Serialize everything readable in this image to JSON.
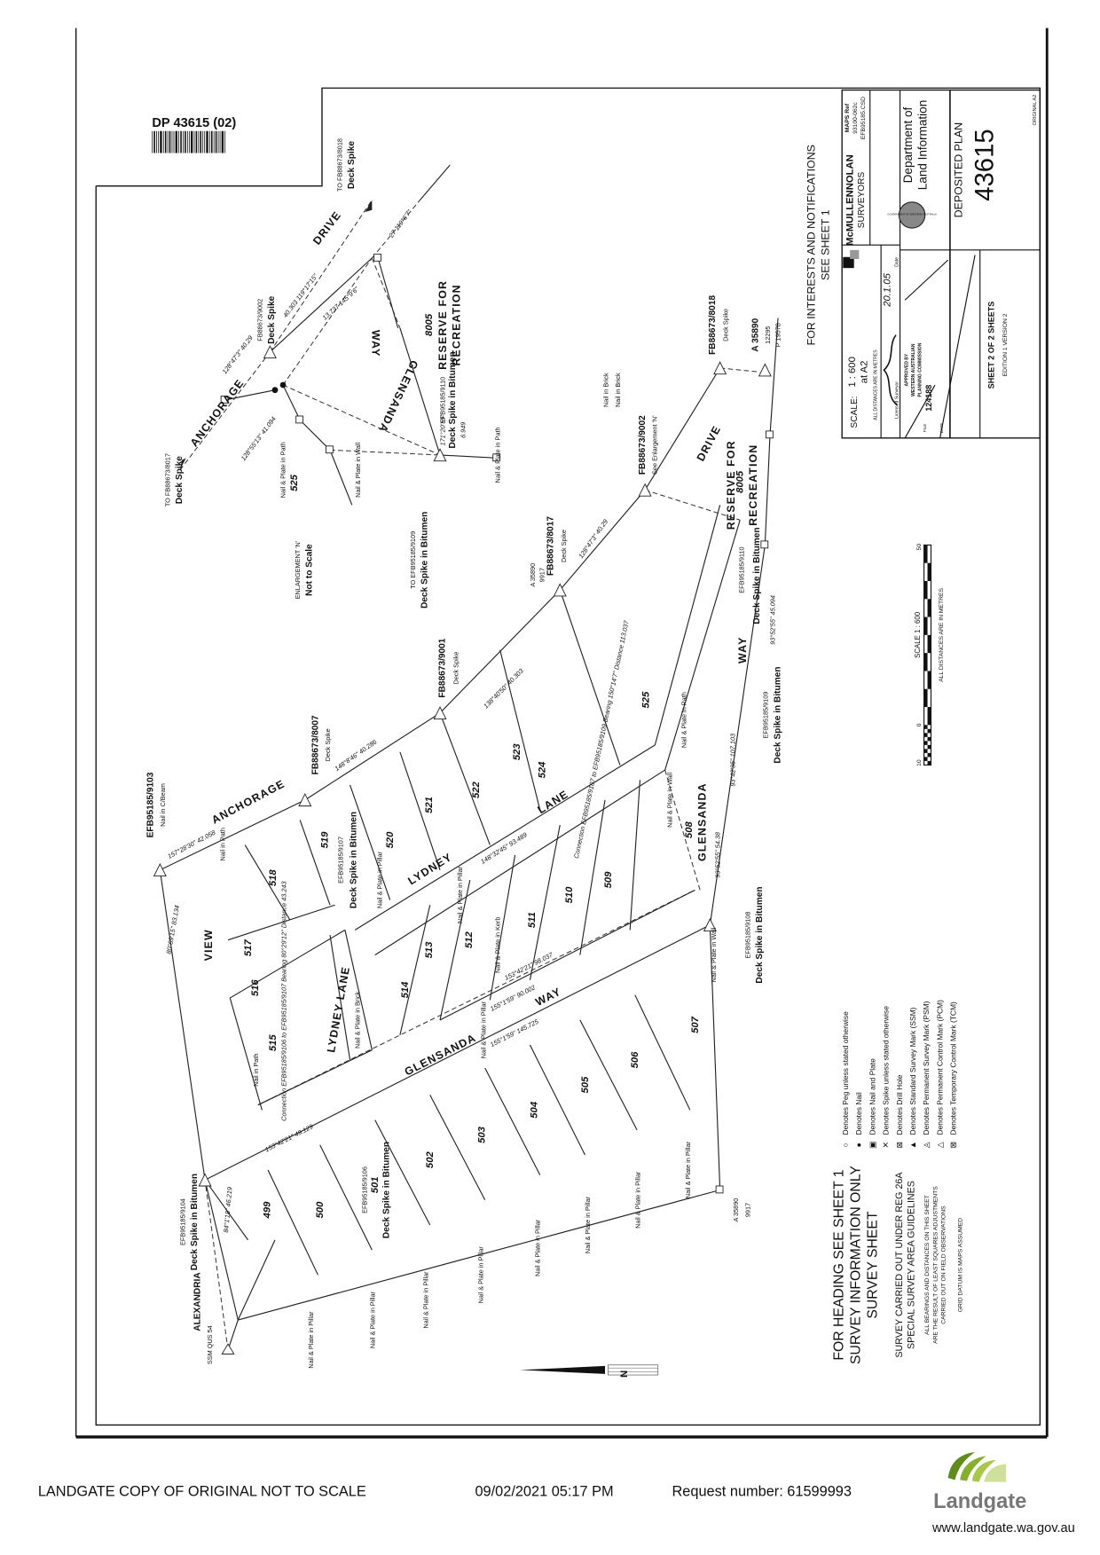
{
  "header": {
    "plan_ref": "DP 43615 (02)",
    "original_size": "ORIGINAL A2"
  },
  "interests": {
    "line1": "FOR INTERESTS AND NOTIFICATIONS",
    "line2": "SEE SHEET 1"
  },
  "title_block": {
    "maps_ref_label": "MAPS Ref",
    "maps_ref_1": "93100-062c",
    "maps_ref_2": "EFB95185.CSD",
    "surveyor_firm": "McMULLENNOLAN",
    "surveyor_sub": "SURVEYORS",
    "scale_label": "SCALE:",
    "scale_value": "1 : 600",
    "scale_sheet": "at A2",
    "scale_note": "ALL DISTANCES ARE IN METRES",
    "signature_date": "20.1.05",
    "date_label": "Date",
    "licensed_surveyor": "Licensed Surveyor",
    "approved_1": "APPROVED BY",
    "approved_2": "WESTERN AUSTRALIAN",
    "approved_3": "PLANNING COMMISSION",
    "file_number": "124188",
    "file_label": "FILE",
    "date_field_label": "DATE",
    "department_1": "Department of",
    "department_2": "Land Information",
    "seal_text": "GOVERNMENT OF WESTERN AUSTRALIA",
    "deposited_plan_label": "DEPOSITED PLAN",
    "deposited_plan_number": "43615",
    "sheet": "SHEET 2 OF 2 SHEETS",
    "edition": "EDITION 1 VERSION 2"
  },
  "lots": [
    "499",
    "500",
    "501",
    "502",
    "503",
    "504",
    "505",
    "506",
    "507",
    "508",
    "509",
    "510",
    "511",
    "512",
    "513",
    "514",
    "515",
    "516",
    "517",
    "518",
    "519",
    "520",
    "521",
    "522",
    "523",
    "524",
    "525",
    "525",
    "8005",
    "8005"
  ],
  "roads": [
    "ANCHORAGE",
    "DRIVE",
    "GLENSANDA",
    "WAY",
    "RESERVE FOR",
    "RECREATION",
    "VIEW",
    "ANCHORAGE",
    "LYDNEY",
    "LANE",
    "LYDNEY LANE",
    "GLENSANDA",
    "WAY",
    "GLENSANDA",
    "WAY",
    "DRIVE",
    "RESERVE FOR",
    "RECREATION"
  ],
  "marks": [
    "EFB95185/9103",
    "Nail in C/Beam",
    "FB88673/8007",
    "Deck Spike",
    "FB88673/9001",
    "Deck Spike",
    "FB88673/8017",
    "Deck Spike",
    "FB88673/9002",
    "See Enlargement 'N'",
    "FB88673/8018",
    "Deck Spike",
    "A 35890",
    "12295",
    "P 19578",
    "EFB95185/9110",
    "Deck Spike in Bitumen",
    "EFB95185/9109",
    "Deck Spike in Bitumen",
    "EFB95185/9108",
    "Deck Spike in Bitumen",
    "A 35890",
    "9917",
    "EFB95185/9104",
    "Deck Spike in Bitumen",
    "SSM QUS 54",
    "ALEXANDRIA",
    "EFB95185/9106",
    "Deck Spike in Bitumen",
    "EFB95185/9107",
    "Deck Spike in Bitumen",
    "TO FB88673/8017",
    "Deck Spike",
    "FB88673/9002",
    "Deck Spike",
    "TO FB88673/8018",
    "Deck Spike",
    "EFB95185/9110",
    "Deck Spike in Bitumen",
    "TO EFB95185/9109",
    "Deck Spike in Bitumen",
    "A 35890",
    "9917",
    "ENLARGEMENT 'N'",
    "Not to Scale"
  ],
  "nail_notes": [
    "Nail & Plate in Pillar",
    "Nail & Plate in Pillar",
    "Nail & Plate in Pillar",
    "Nail & Plate in Pillar",
    "Nail & Plate in Pillar",
    "Nail & Plate in Pillar",
    "Nail & Plate in Pillar",
    "Nail & Plate in Pillar",
    "Nail & Plate in Wall",
    "Nail in Path",
    "Nail & Plate in Path",
    "Nail & Plate in Wall",
    "Nail & Plate in Pillar",
    "Nail & Plate in Pillar",
    "Nail & Plate in Kerb",
    "Nail & Plate in Brick",
    "Nail & Plate in Pillar",
    "Nail in Path",
    "Nail & Plate in Path",
    "Nail & Plate in Wall",
    "Nail & Plate in Path",
    "Nail in Brick",
    "Nail in Brick"
  ],
  "dimensions": [
    "40.303  119°17'15\"",
    "13.737  145°9'6\"",
    "27  119°6'7\"",
    "128°47'3\"  40.29",
    "128°55'13\"  41.094",
    "171°20'59\"",
    "6.949",
    "93°52'55\"  45.094",
    "84°1'18\"  46.219",
    "80°59'15\"  83.134",
    "157°28'30\"  42.058",
    "148°8'46\"  40.286",
    "138°40'50\"  40.303",
    "128°47'3\"  40.29",
    "153°42'21\"  49.129",
    "155°1'59\"  90.002",
    "153°42'21\"  98.037",
    "155°1'59\"  145.725",
    "93°52'55\"  54.38",
    "93°42'35\"  107.103",
    "148°32'45\"  93.489",
    "Connection EFB95185/9107 to EFB95185/9109 Bearing 150°14'7\" Distance 113.037",
    "Connection EFB95185/9106 to EFB95185/9107 Bearing 80°29'12\" Distance 43.243"
  ],
  "notes": {
    "heading": "FOR HEADING SEE SHEET 1",
    "info_only": "SURVEY INFORMATION ONLY",
    "survey_sheet": "SURVEY SHEET",
    "reg": "SURVEY CARRIED OUT UNDER REG 26A",
    "guidelines": "SPECIAL SURVEY AREA GUIDELINES",
    "bearings_1": "ALL BEARINGS AND DISTANCES ON THIS SHEET",
    "bearings_2": "ARE THE RESULT OF LEAST SQUARES ADJUSTMENTS",
    "bearings_3": "CARRIED OUT ON FIELD OBSERVATIONS",
    "datum": "GRID DATUM IS MAPS ASSUMED"
  },
  "legend": [
    "Denotes Peg unless stated otherwise",
    "Denotes Nail",
    "Denotes Nail and Plate",
    "Denotes Spike unless stated otherwise",
    "Denotes Drill Hole",
    "Denotes Standard Survey Mark (SSM)",
    "Denotes Permanent Survey Mark (PSM)",
    "Denotes Permanent Control Mark (PCM)",
    "Denotes Temporary Control Mark (TCM)"
  ],
  "scale_bar": {
    "label": "SCALE 1 : 600",
    "note": "ALL DISTANCES ARE IN METRES",
    "tick_0": "0",
    "tick_10": "10",
    "tick_50": "50"
  },
  "north_arrow": {
    "letter": "N"
  },
  "footer": {
    "copy_note": "LANDGATE COPY OF ORIGINAL NOT TO SCALE",
    "datetime": "09/02/2021 05:17 PM",
    "request": "Request number: 61599993",
    "brand": "Landgate",
    "url": "www.landgate.wa.gov.au",
    "brand_color": "#7a7a7a",
    "logo_green": "#7da82a"
  }
}
